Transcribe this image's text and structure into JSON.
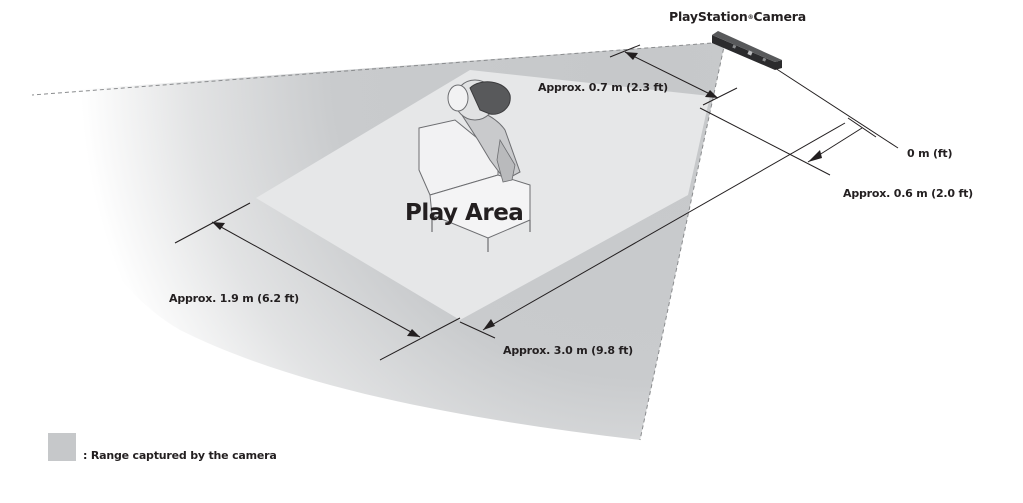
{
  "camera_label": {
    "prefix": "PlayStation",
    "mark": "®",
    "suffix": "Camera"
  },
  "play_area_label": "Play Area",
  "distances": {
    "zero": "0 m (ft)",
    "near_offset": "Approx. 0.6 m (2.0 ft)",
    "front_width": "Approx. 0.7 m (2.3 ft)",
    "back_width": "Approx. 1.9 m (6.2 ft)",
    "depth": "Approx. 3.0 m (9.8 ft)"
  },
  "legend": {
    "text": ": Range captured by the camera",
    "swatch_color": "#c6c8ca"
  },
  "colors": {
    "capture_range": "#c6c8ca",
    "play_area": "#e6e7e8",
    "lines": "#231f20"
  }
}
